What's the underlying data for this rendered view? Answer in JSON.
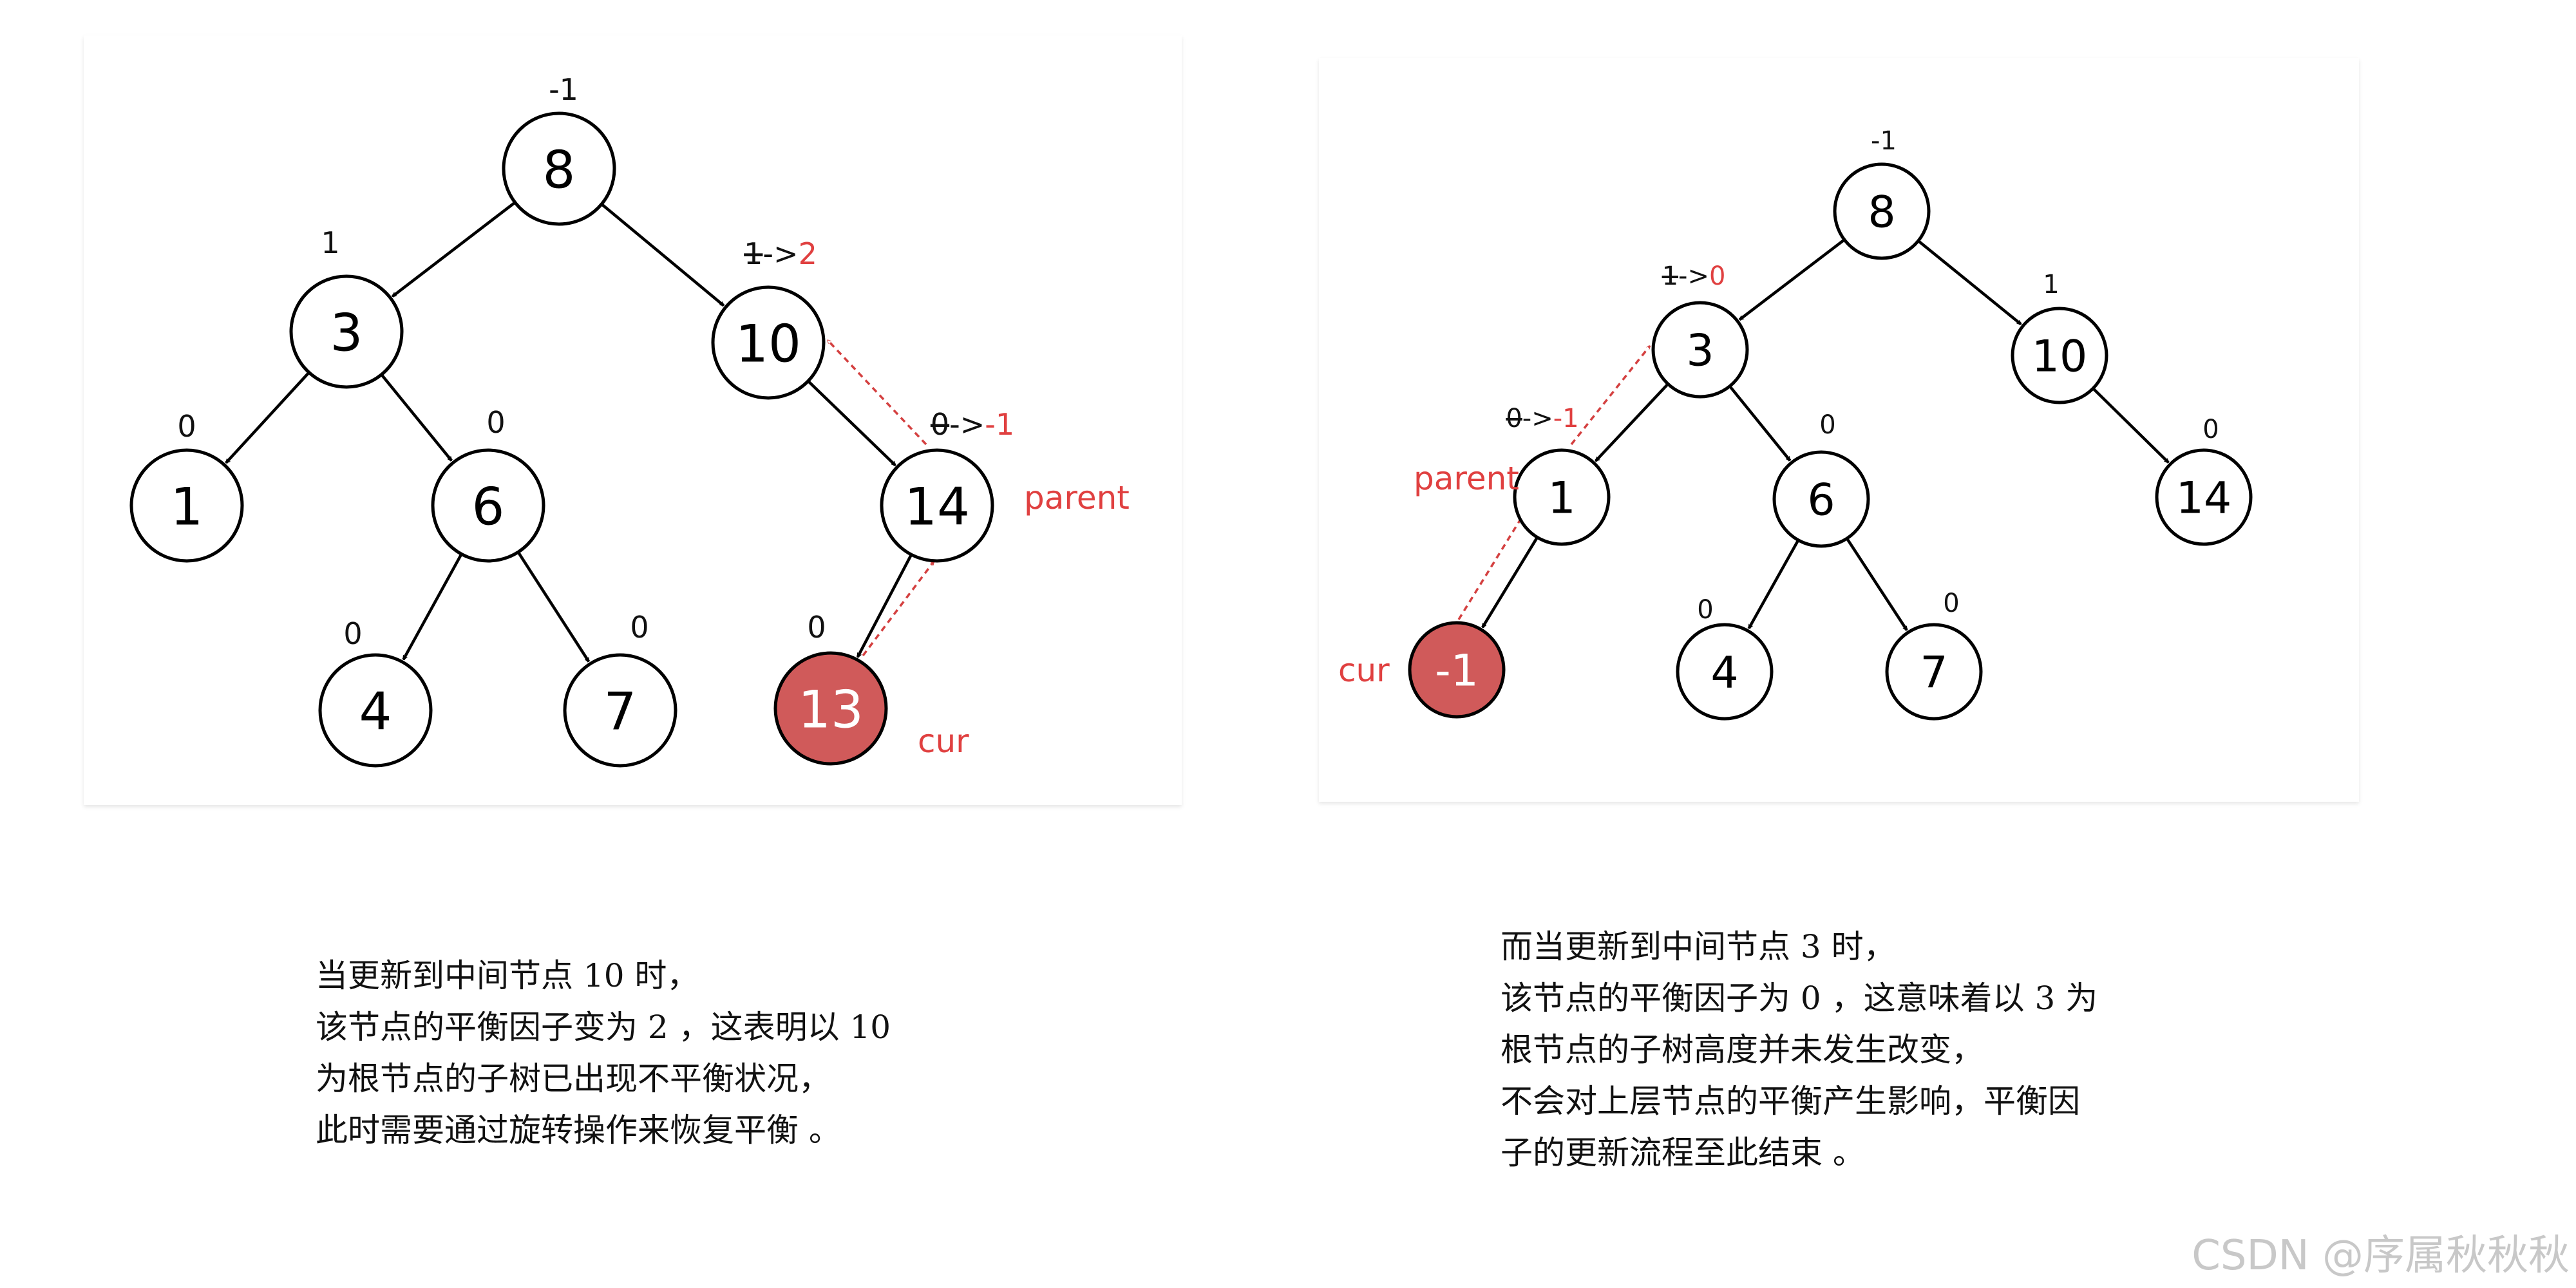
{
  "left": {
    "nodes": [
      {
        "id": "n8",
        "label": "8",
        "bf_old": "",
        "bf_new": "-1"
      },
      {
        "id": "n3",
        "label": "3",
        "bf_old": "",
        "bf_new": "1"
      },
      {
        "id": "n10",
        "label": "10",
        "bf_old": "1",
        "bf_new": "2"
      },
      {
        "id": "n1",
        "label": "1",
        "bf_old": "",
        "bf_new": "0"
      },
      {
        "id": "n6",
        "label": "6",
        "bf_old": "",
        "bf_new": "0"
      },
      {
        "id": "n14",
        "label": "14",
        "bf_old": "0",
        "bf_new": "-1"
      },
      {
        "id": "n4",
        "label": "4",
        "bf_old": "",
        "bf_new": "0"
      },
      {
        "id": "n7",
        "label": "7",
        "bf_old": "",
        "bf_new": "0"
      },
      {
        "id": "n13",
        "label": "13",
        "bf_old": "",
        "bf_new": "0",
        "highlight": true
      }
    ],
    "labels": {
      "parent": "parent",
      "cur": "cur"
    },
    "caption": [
      "当更新到中间节点 10 时，",
      "该节点的平衡因子变为 2 ，这表明以 10",
      "为根节点的子树已出现不平衡状况，",
      "此时需要通过旋转操作来恢复平衡 。"
    ]
  },
  "right": {
    "nodes": [
      {
        "id": "n8",
        "label": "8",
        "bf_old": "",
        "bf_new": "-1"
      },
      {
        "id": "n3",
        "label": "3",
        "bf_old": "1",
        "bf_new": "0"
      },
      {
        "id": "n10",
        "label": "10",
        "bf_old": "",
        "bf_new": "1"
      },
      {
        "id": "n1",
        "label": "1",
        "bf_old": "0",
        "bf_new": "-1"
      },
      {
        "id": "n6",
        "label": "6",
        "bf_old": "",
        "bf_new": "0"
      },
      {
        "id": "n14",
        "label": "14",
        "bf_old": "",
        "bf_new": "0"
      },
      {
        "id": "n4",
        "label": "4",
        "bf_old": "",
        "bf_new": "0"
      },
      {
        "id": "n7",
        "label": "7",
        "bf_old": "",
        "bf_new": "0"
      },
      {
        "id": "nm1",
        "label": "-1",
        "bf_old": "",
        "bf_new": "",
        "highlight": true
      }
    ],
    "labels": {
      "parent": "parent",
      "cur": "cur"
    },
    "caption": [
      "而当更新到中间节点 3 时，",
      "该节点的平衡因子为 0 ，这意味着以 3 为",
      "根节点的子树高度并未发生改变，",
      "不会对上层节点的平衡产生影响，平衡因",
      "子的更新流程至此结束 。"
    ]
  },
  "watermark": "CSDN @序属秋秋秋",
  "colors": {
    "accent": "#e04040",
    "highlight_fill": "#d05a5a"
  }
}
